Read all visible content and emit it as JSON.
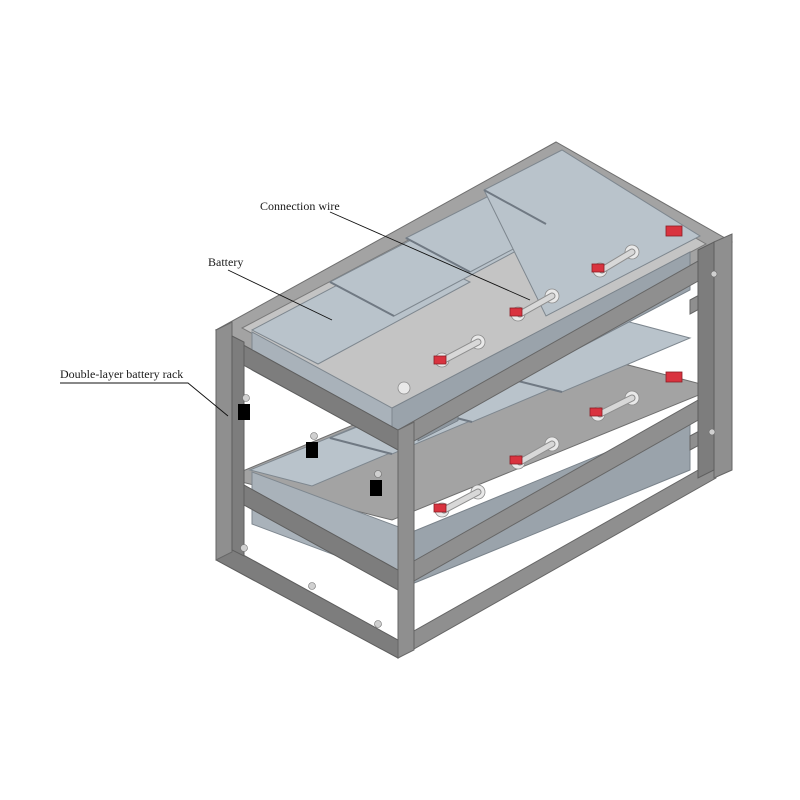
{
  "labels": {
    "connection_wire": "Connection wire",
    "battery": "Battery",
    "rack": "Double-layer battery rack"
  },
  "colors": {
    "frame": "#8f8f8f",
    "battery_case": "#b9c3cb",
    "terminal_positive": "#d9333f",
    "background": "#ffffff"
  }
}
